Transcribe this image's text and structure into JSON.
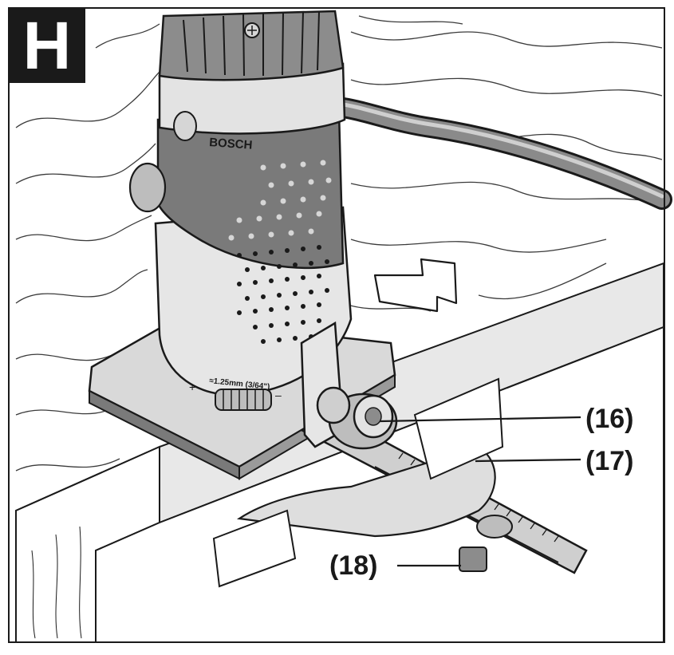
{
  "figure": {
    "label": "H"
  },
  "callouts": [
    {
      "label": "(16)"
    },
    {
      "label": "(17)"
    },
    {
      "label": "(18)"
    }
  ],
  "tool": {
    "brand": "BOSCH",
    "depth_marking": "≈1.25mm (3/64\")",
    "plus_sign": "+",
    "minus_sign": "–"
  },
  "colors": {
    "line": "#1a1a1a",
    "body_dark": "#7a7a7a",
    "body_light": "#d6d6d6",
    "metal": "#bdbdbd",
    "board_face": "#e2e2e2"
  }
}
